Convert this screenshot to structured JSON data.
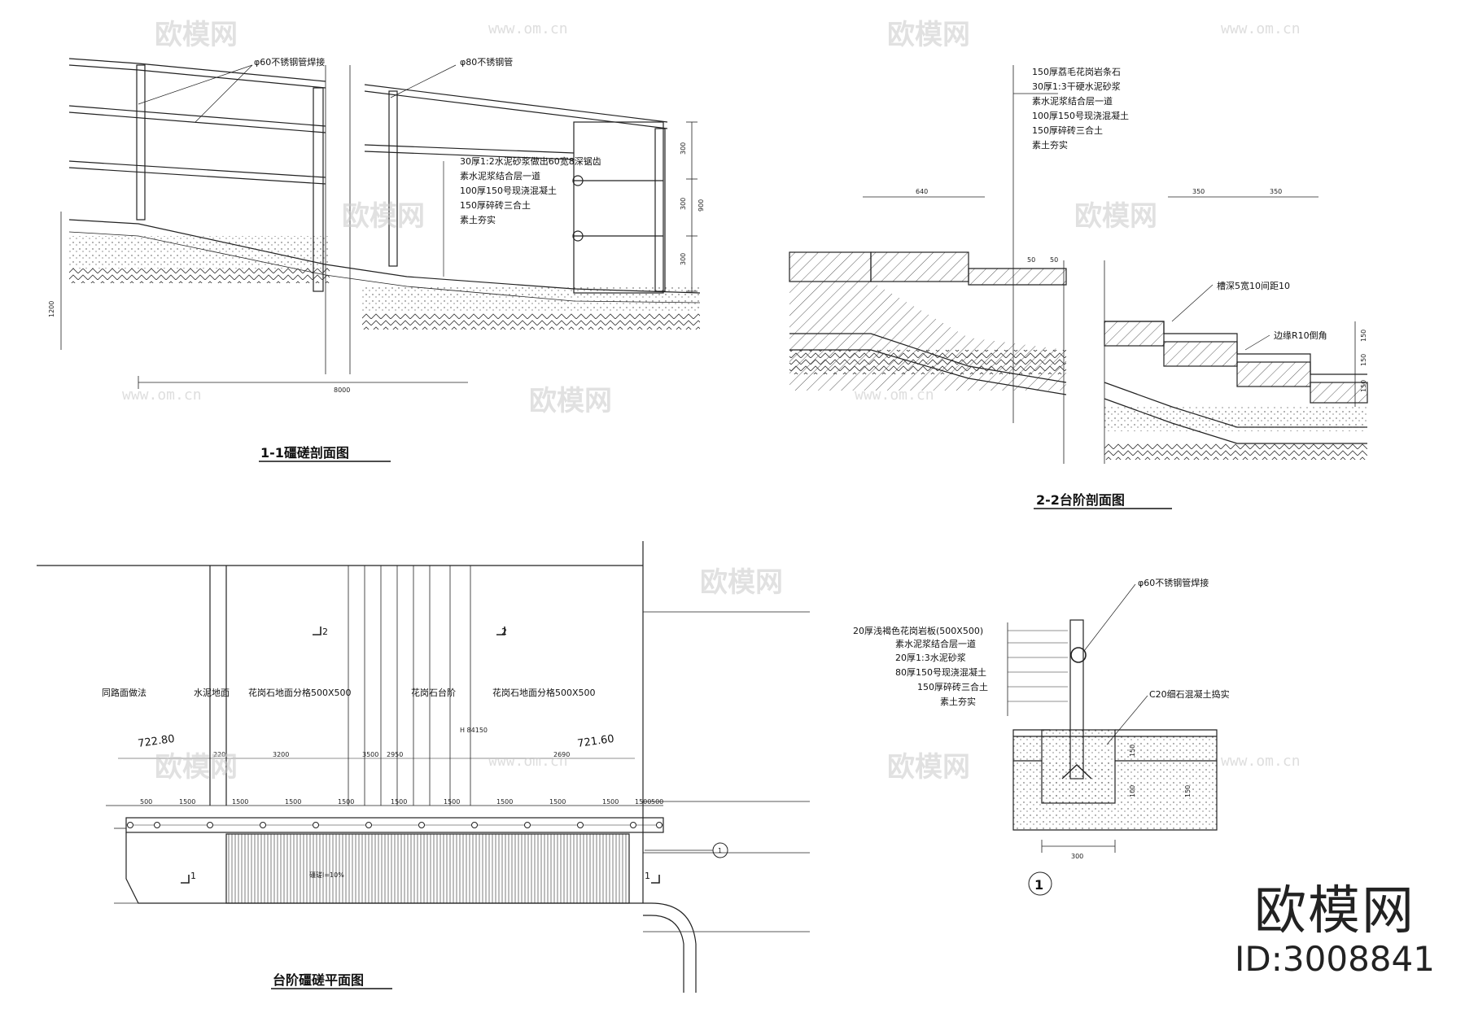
{
  "titles": {
    "t1": "1-1礓磋剖面图",
    "t2": "2-2台阶剖面图",
    "t3": "台阶礓磋平面图",
    "detail": "1"
  },
  "section11": {
    "pipe60": "φ60不锈钢管焊接",
    "pipe80": "φ80不锈钢管",
    "layers": [
      "30厚1:2水泥砂浆做出60宽8深锯齿",
      "素水泥浆结合层一道",
      "100厚150号现浇混凝土",
      "150厚碎砖三合土",
      "素土夯实"
    ],
    "dim_len": "8000",
    "dim_h": "1200",
    "dim_r": [
      "300",
      "300",
      "300"
    ],
    "dim_total": "900"
  },
  "section22": {
    "layers": [
      "150厚荔毛花岗岩条石",
      "30厚1:3干硬水泥砂浆",
      "素水泥浆结合层一道",
      "100厚150号现浇混凝土",
      "150厚碎砖三合土",
      "素土夯实"
    ],
    "dim_640": "640",
    "dim_350a": "350",
    "dim_350b": "350",
    "dim_50a": "50",
    "dim_50b": "50",
    "groove": "槽深5宽10间距10",
    "edge": "边缘R10倒角",
    "dim_150": [
      "150",
      "150",
      "150"
    ]
  },
  "detail1": {
    "pipe": "φ60不锈钢管焊接",
    "layers": [
      "20厚浅褐色花岗岩板(500X500)",
      "素水泥浆结合层一道",
      "20厚1:3水泥砂浆",
      "80厚150号现浇混凝土",
      "150厚碎砖三合土",
      "素土夯实"
    ],
    "concrete": "C20细石混凝土捣实",
    "dim_300": "300",
    "dim_v": [
      "150",
      "100",
      "150"
    ]
  },
  "plan": {
    "labels": [
      "同路面做法",
      "水泥地面",
      "花岗石地面分格500X500",
      "花岗石台阶",
      "花岗石地面分格500X500"
    ],
    "elev_left": "722.80",
    "elev_right": "721.60",
    "sec2": "2",
    "sec1": "1",
    "slope": "礓磋I=10%",
    "det": "1",
    "small_dims": [
      "500",
      "1500",
      "1500",
      "1500",
      "1500",
      "1500",
      "1500",
      "1500",
      "1500",
      "1500",
      "1500",
      "500"
    ],
    "mid_dims": [
      "220",
      "3200",
      "3500",
      "2950",
      "2690"
    ],
    "mark": "H 84150"
  },
  "brand": {
    "name": "欧模网",
    "id": "ID:3008841"
  },
  "watermark": {
    "text": "欧模网",
    "url": "www.om.cn"
  }
}
